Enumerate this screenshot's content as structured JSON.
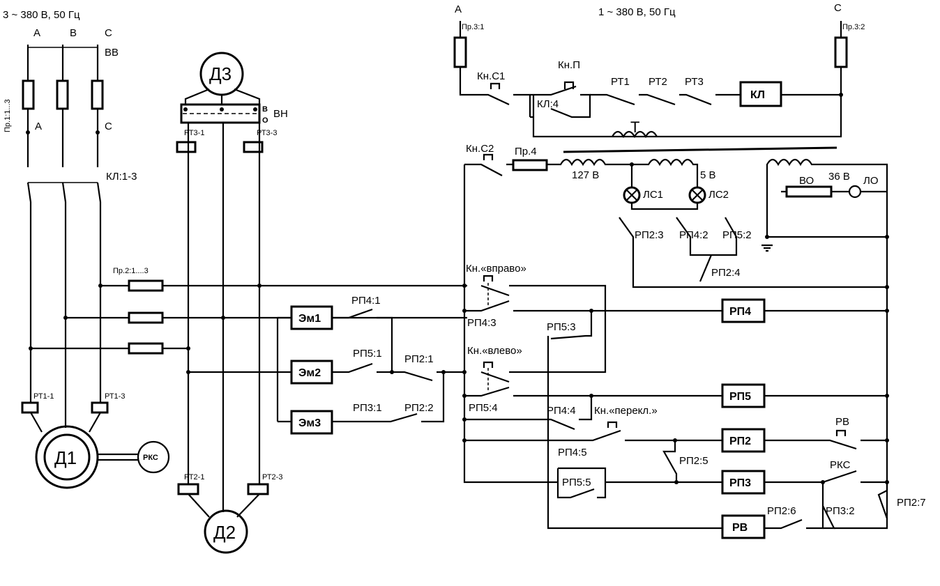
{
  "power": {
    "three_phase": "3 ~ 380 В, 50 Гц",
    "one_phase": "1 ~ 380 В, 50 Гц",
    "phase_a": "A",
    "phase_b": "B",
    "phase_c": "C",
    "phase_a2": "А",
    "phase_c2": "С",
    "phase_a_top": "А",
    "phase_c_top": "С",
    "breaker": "ВВ",
    "fuse_main": "Пр.1:1...3",
    "fuse_2": "Пр.2:1....3",
    "contactor_kl": "КЛ:1-3",
    "fuse_pr3_1": "Пр.3:1",
    "fuse_pr3_2": "Пр.3:2",
    "fuse_pr4": "Пр.4"
  },
  "motors": {
    "d1": "Д1",
    "d2": "Д2",
    "d3": "Д3",
    "rks_sensor": "РКС",
    "vn": "ВН",
    "vn_b": "В",
    "vn_o": "О"
  },
  "thermal": {
    "rt1_1": "РТ1-1",
    "rt1_3": "РТ1-3",
    "rt2_1": "РТ2-1",
    "rt2_3": "РТ2-3",
    "rt3_1": "РТ3-1",
    "rt3_3": "РТ3-3",
    "rt1": "РТ1",
    "rt2": "РТ2",
    "rt3": "РТ3"
  },
  "control": {
    "kn_s1": "Кн.С1",
    "kn_p": "Кн.П",
    "kl4": "КЛ:4",
    "kl": "КЛ",
    "t": "Т",
    "kn_s2": "Кн.С2",
    "v127": "127 В",
    "v5": "5 В",
    "v36": "36 В",
    "vo": "ВО",
    "lo": "ЛО",
    "ls1": "ЛС1",
    "ls2": "ЛС2",
    "rp2_3": "РП2:3",
    "rp4_2": "РП4:2",
    "rp5_2": "РП5:2",
    "rp2_4": "РП2:4",
    "kn_right": "Кн.«вправо»",
    "kn_left": "Кн.«влево»",
    "kn_switch": "Кн.«перекл.»",
    "rp4_3": "РП4:3",
    "rp5_3": "РП5:3",
    "rp5_4": "РП5:4",
    "rp4_4": "РП4:4",
    "rp4_5": "РП4:5",
    "rp5_5": "РП5:5",
    "rp2_5": "РП2:5",
    "rp2_6": "РП2:6",
    "rp2_7": "РП2:7",
    "rp3_2": "РП3:2",
    "rv_contact": "РВ",
    "rks_contact": "РКС",
    "rp4_1": "РП4:1",
    "rp5_1": "РП5:1",
    "rp2_1": "РП2:1",
    "rp3_1": "РП3:1",
    "rp2_2": "РП2:2"
  },
  "coils": {
    "em1": "Эм1",
    "em2": "Эм2",
    "em3": "Эм3",
    "rp4": "РП4",
    "rp5": "РП5",
    "rp2": "РП2",
    "rp3": "РП3",
    "rv": "РВ"
  }
}
